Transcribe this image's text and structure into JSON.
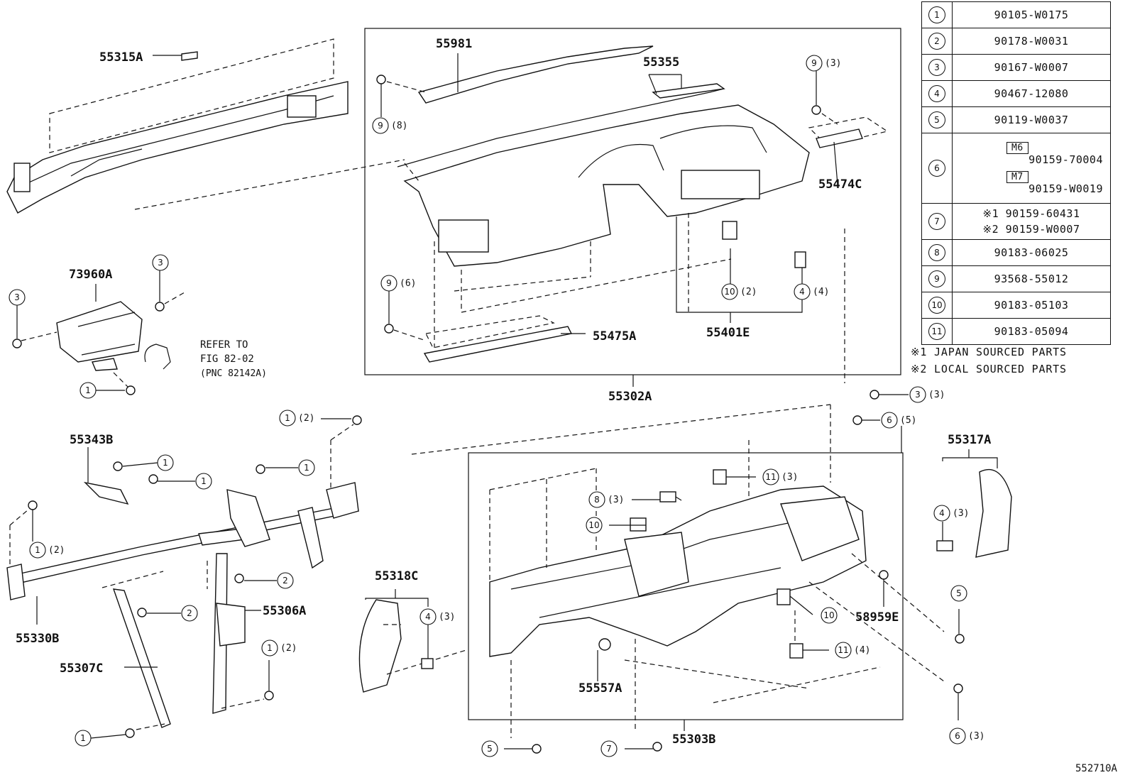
{
  "labels": {
    "p55315A": "55315A",
    "p55981": "55981",
    "p55355": "55355",
    "p55474C": "55474C",
    "p73960A": "73960A",
    "p55475A": "55475A",
    "p55401E": "55401E",
    "p55302A": "55302A",
    "p55343B": "55343B",
    "p55330B": "55330B",
    "p55307C": "55307C",
    "p55306A": "55306A",
    "p55318C": "55318C",
    "p55317A": "55317A",
    "p58959E": "58959E",
    "p55557A": "55557A",
    "p55303B": "55303B"
  },
  "refer": {
    "line1": "REFER TO",
    "line2": "FIG 82-02",
    "line3": "(PNC 82142A)"
  },
  "qty": {
    "q3": "(3)",
    "q8": "(8)",
    "q6": "(6)",
    "q2": "(2)",
    "q4": "(4)",
    "q5": "(5)"
  },
  "callouts": {
    "n1": "1",
    "n2": "2",
    "n3": "3",
    "n4": "4",
    "n5": "5",
    "n6": "6",
    "n7": "7",
    "n8": "8",
    "n9": "9",
    "n10": "10",
    "n11": "11"
  },
  "legend": [
    {
      "num": "1",
      "part": "90105-W0175"
    },
    {
      "num": "2",
      "part": "90178-W0031"
    },
    {
      "num": "3",
      "part": "90167-W0007"
    },
    {
      "num": "4",
      "part": "90467-12080"
    },
    {
      "num": "5",
      "part": "90119-W0037"
    },
    {
      "num": "6",
      "size_a": "M6",
      "part_a": "90159-70004",
      "size_b": "M7",
      "part_b": "90159-W0019"
    },
    {
      "num": "7",
      "part_a": "※1 90159-60431",
      "part_b": "※2 90159-W0007"
    },
    {
      "num": "8",
      "part": "90183-06025"
    },
    {
      "num": "9",
      "part": "93568-55012"
    },
    {
      "num": "10",
      "part": "90183-05103"
    },
    {
      "num": "11",
      "part": "90183-05094"
    }
  ],
  "notes": {
    "n1": "※1 JAPAN SOURCED PARTS",
    "n2": "※2 LOCAL SOURCED PARTS"
  },
  "figure_code": "552710A"
}
